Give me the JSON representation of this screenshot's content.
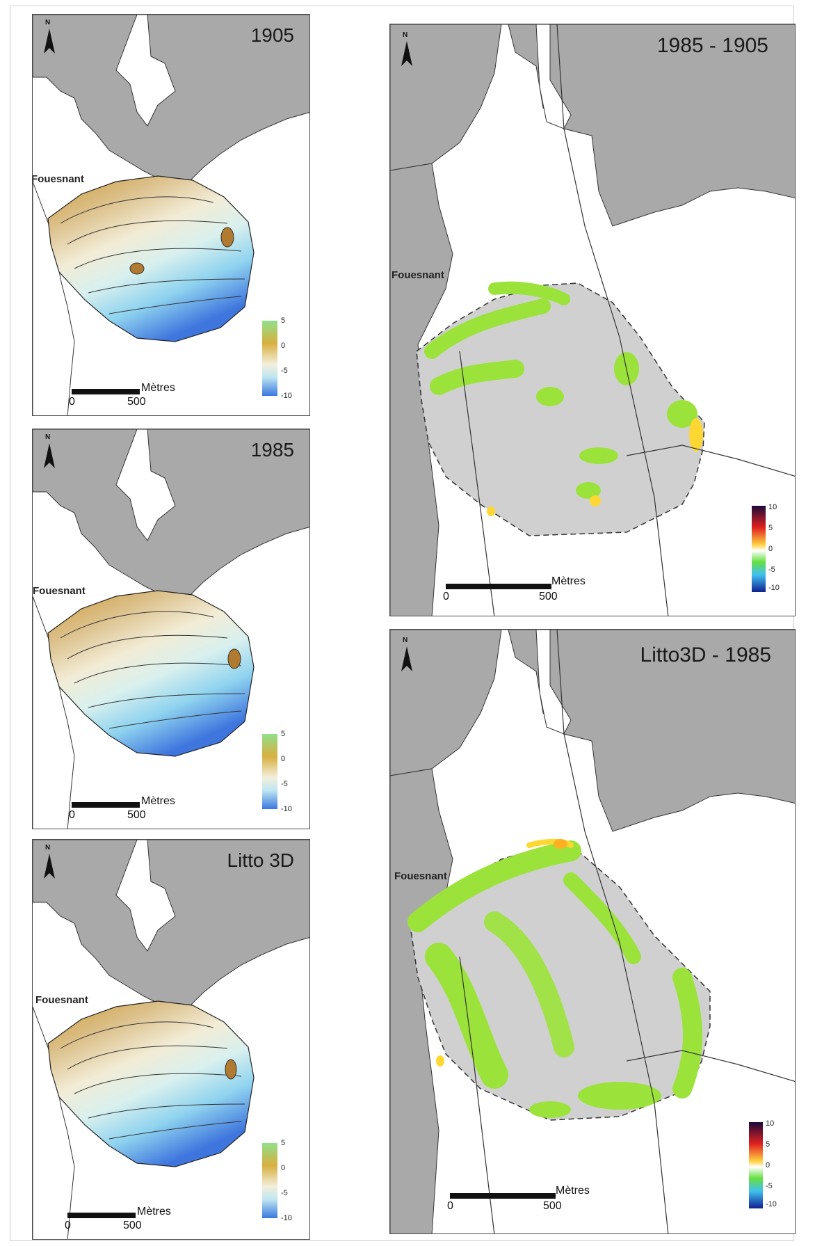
{
  "panels": {
    "p1905": {
      "title": "1905",
      "town": "Fouesnant",
      "north": "N"
    },
    "p1985": {
      "title": "1985",
      "town": "Fouesnant",
      "north": "N"
    },
    "plitto": {
      "title": "Litto 3D",
      "town": "Fouesnant",
      "north": "N"
    },
    "pdiff1": {
      "title": "1985 - 1905",
      "town": "Fouesnant",
      "north": "N"
    },
    "pdiff2": {
      "title": "Litto3D - 1985",
      "town": "Fouesnant",
      "north": "N"
    }
  },
  "legend_bathy": {
    "ticks": [
      "5",
      "0",
      "-5",
      "-10"
    ],
    "colors": [
      "#8fe08a",
      "#d8b040",
      "#f3efdc",
      "#bfe6f0",
      "#3a78e0"
    ]
  },
  "legend_diff": {
    "ticks": [
      "10",
      "5",
      "0",
      "-5",
      "-10"
    ],
    "colors": [
      "#1a0a3a",
      "#e02020",
      "#ffd040",
      "#ffffff",
      "#66e040",
      "#40c0f0",
      "#102090"
    ]
  },
  "scalebar": {
    "unit": "Mètres",
    "start": "0",
    "end": "500"
  },
  "colors": {
    "land": "#a9a9a9",
    "diff_area": "#d0d0d0",
    "accretion_green": "#9be33a",
    "erosion_yellow": "#ffd733"
  }
}
